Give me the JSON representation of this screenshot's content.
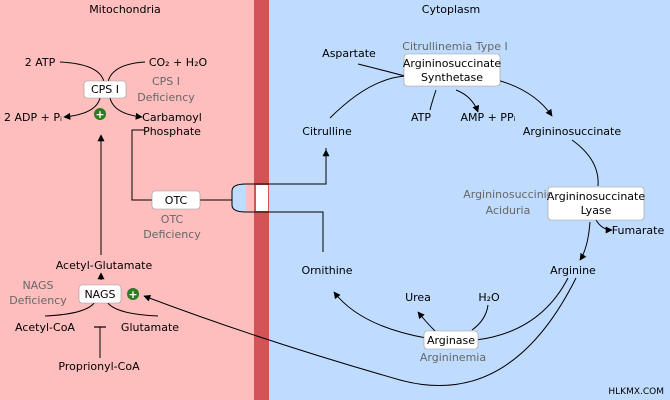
{
  "regions": {
    "mito": "Mitochondria",
    "cyto": "Cytoplasm"
  },
  "enzymes": {
    "cps": "CPS I",
    "otc": "OTC",
    "nags": "NAGS",
    "ass_1": "Argininosuccinate",
    "ass_2": "Synthetase",
    "asl_1": "Argininosuccinate",
    "asl_2": "Lyase",
    "arginase": "Arginase"
  },
  "deficiencies": {
    "cps_1": "CPS I",
    "cps_2": "Deficiency",
    "otc_1": "OTC",
    "otc_2": "Deficiency",
    "nags_1": "NAGS",
    "nags_2": "Deficiency",
    "citrullinemia": "Citrullinemia Type I",
    "asa_1": "Argininosuccinic",
    "asa_2": "Aciduria",
    "argininemia": "Argininemia"
  },
  "metabolites": {
    "atp2": "2 ATP",
    "co2_h2o": "CO₂ + H₂O",
    "adp": "2 ADP + Pᵢ",
    "carbamoyl_1": "Carbamoyl",
    "carbamoyl_2": "Phosphate",
    "acetyl_glutamate": "Acetyl-Glutamate",
    "acetyl_coa": "Acetyl-CoA",
    "glutamate": "Glutamate",
    "proprionyl_coa": "Proprionyl-CoA",
    "aspartate": "Aspartate",
    "atp": "ATP",
    "amp_ppi": "AMP + PPᵢ",
    "citrulline": "Citrulline",
    "argininosuccinate": "Argininosuccinate",
    "fumarate": "Fumarate",
    "arginine": "Arginine",
    "ornithine": "Ornithine",
    "urea": "Urea",
    "h2o": "H₂O"
  },
  "activator_symbol": "+",
  "watermark": "HLKMX.COM",
  "colors": {
    "mito_bg": "#ffbebe",
    "cyto_bg": "#bfdcff",
    "membrane": "#d35359",
    "activator": "#2d7a1f"
  }
}
